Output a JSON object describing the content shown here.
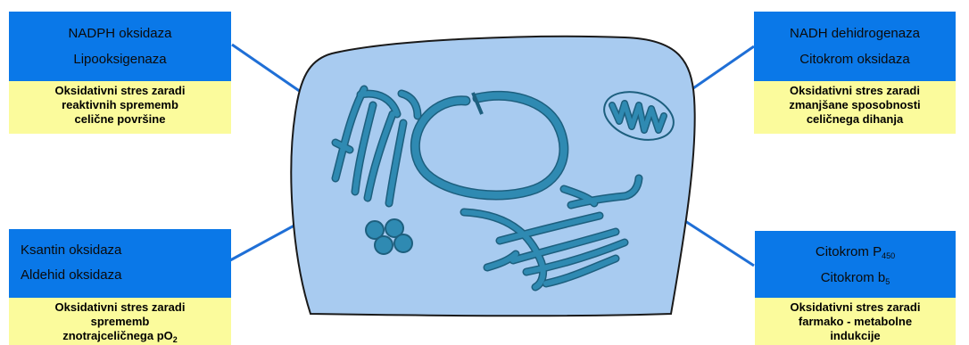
{
  "colors": {
    "cell_fill": "#a8cbf0",
    "cell_stroke": "#1a1a1a",
    "organelle": "#2f8ab2",
    "organelle_stroke": "#1d5f7e",
    "blue_box": "#0a78e8",
    "yellow_box": "#fbfb9c",
    "connector": "#1f6fd6"
  },
  "boxes": {
    "top_left": {
      "enzymes": [
        "NADPH oksidaza",
        "Lipooksigenaza"
      ],
      "effect": [
        "Oksidativni stres zaradi",
        "reaktivnih sprememb",
        "celične površine"
      ]
    },
    "top_right": {
      "enzymes": [
        "NADH dehidrogenaza",
        "Citokrom oksidaza"
      ],
      "effect": [
        "Oksidativni stres zaradi",
        "zmanjšane sposobnosti",
        "celičnega dihanja"
      ]
    },
    "bottom_left": {
      "enzymes": [
        "Ksantin oksidaza",
        "Aldehid oksidaza"
      ],
      "effect_lines": [
        "Oksidativni stres zaradi",
        "sprememb"
      ],
      "effect_last_prefix": "znotrajceličnega pO",
      "effect_last_sub": "2"
    },
    "bottom_right": {
      "enzyme1_prefix": "Citokrom P",
      "enzyme1_sub": "450",
      "enzyme2_prefix": "Citokrom b",
      "enzyme2_sub": "5",
      "effect": [
        "Oksidativni stres zaradi",
        "farmako - metabolne",
        "indukcije"
      ]
    }
  }
}
